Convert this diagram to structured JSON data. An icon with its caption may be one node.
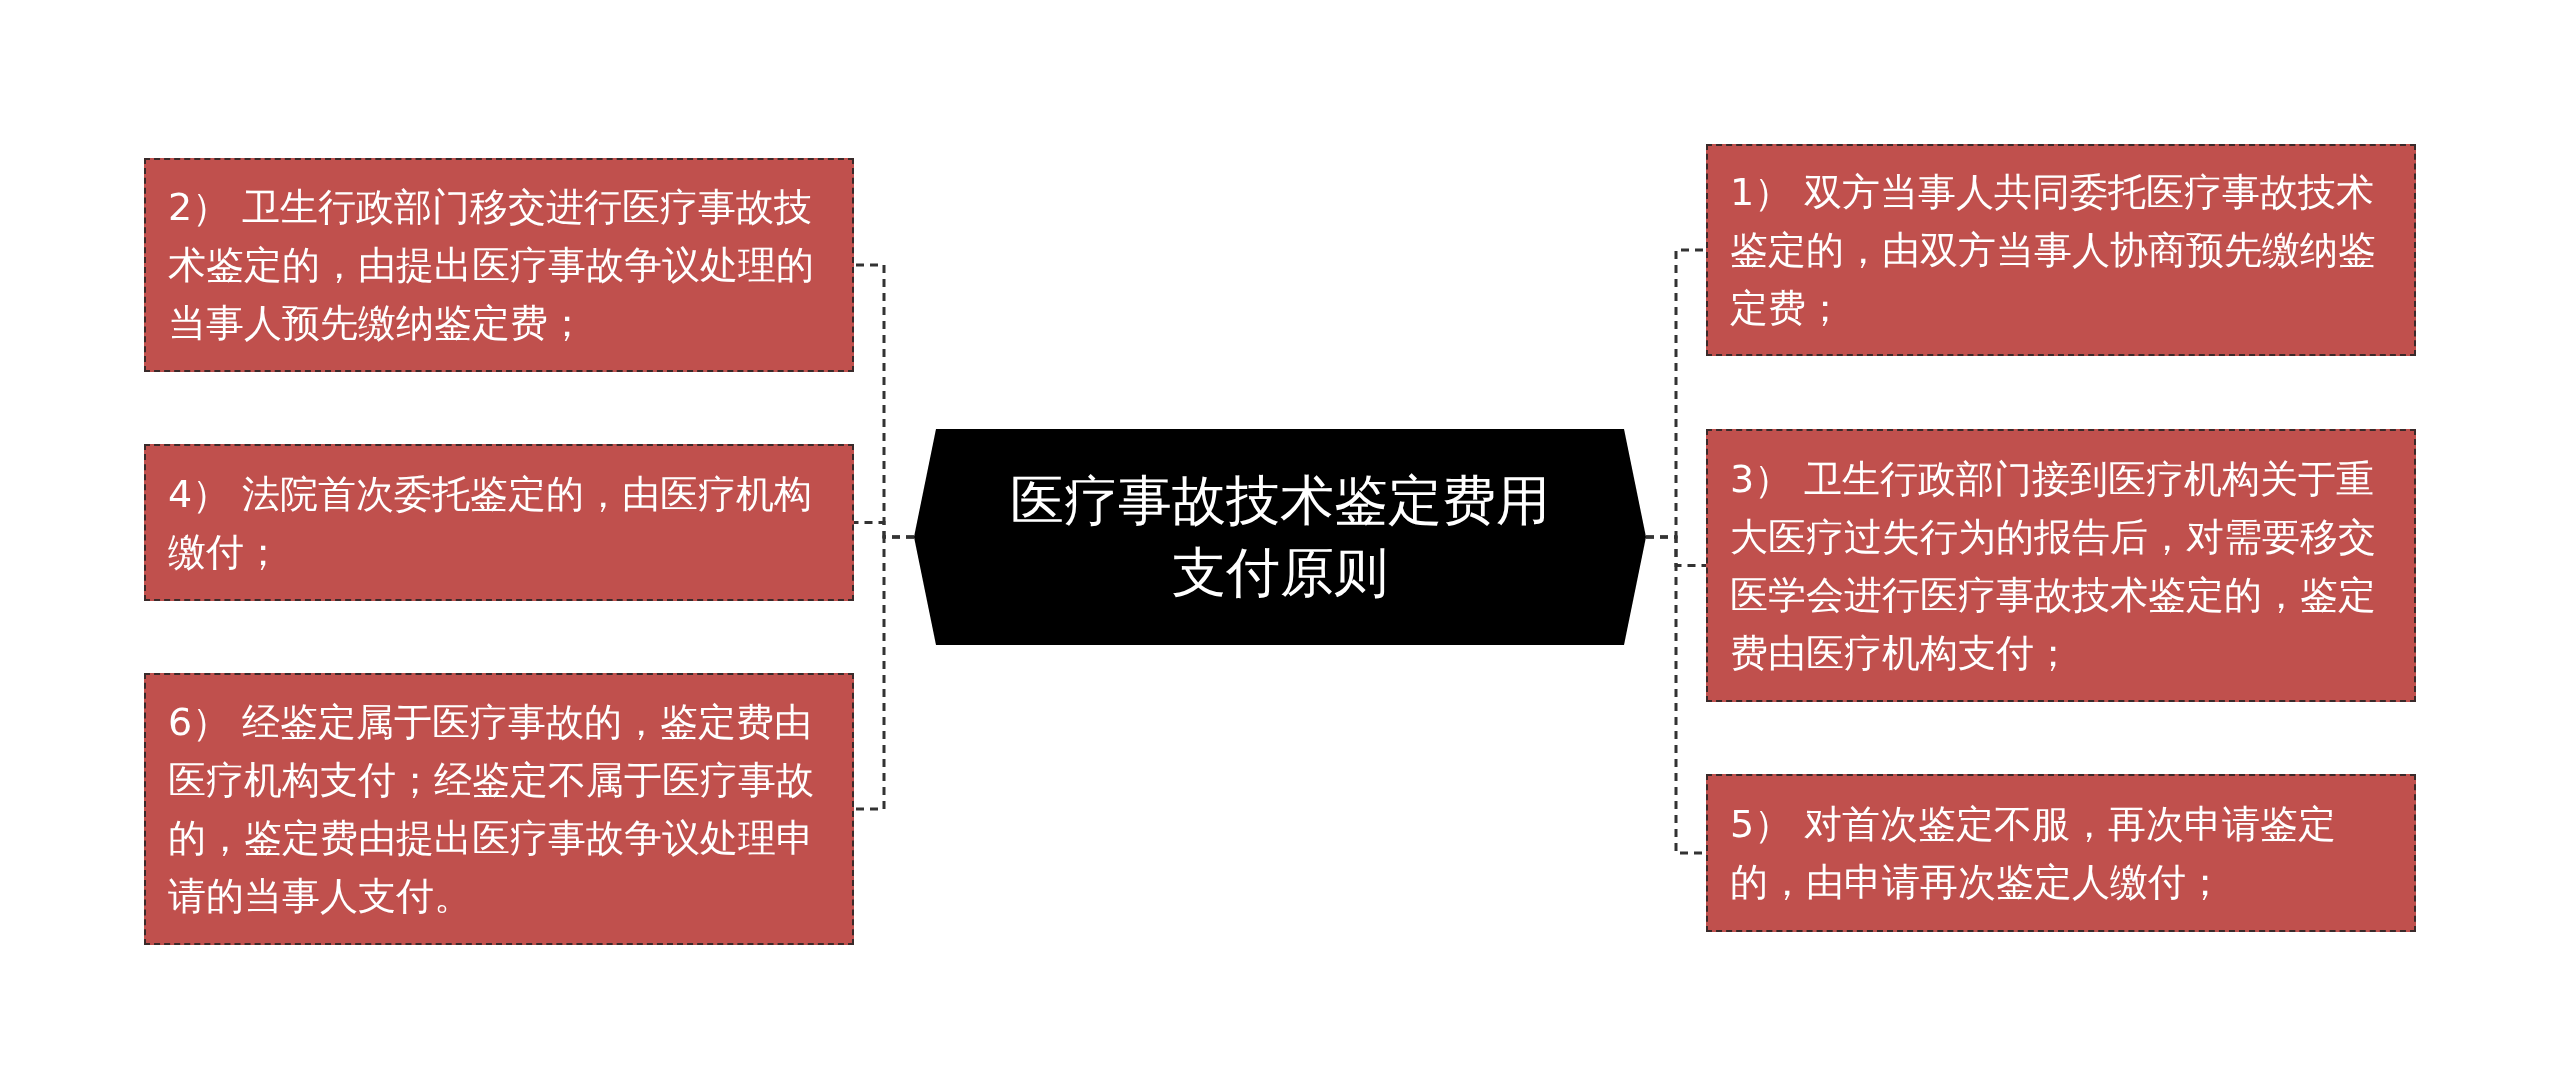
{
  "diagram": {
    "nodes": [
      {
        "text": [
          "医疗事故技术鉴定费用支付原则"
        ]
      },
      {
        "text": [
          "1） 双方当事人共同委托医疗事故技术鉴定的，由双方当事人协商预先缴纳鉴定费；"
        ]
      },
      {
        "text": [
          "2） 卫生行政部门移交进行医疗事故技术鉴定的，由提出医疗事故争议处理的当事人预先缴纳鉴定费；"
        ]
      },
      {
        "text": [
          "3） 卫生行政部门接到医疗机构关于重大医疗过失行为的报告后，对需要移交医学会进行医疗事故技术鉴定的，鉴定费由医疗机构支付；"
        ]
      },
      {
        "text": [
          "4） 法院首次委托鉴定的，由医疗机构缴付；"
        ]
      },
      {
        "text": [
          "5） 对首次鉴定不服，再次申请鉴定的，由申请再次鉴定人缴付；"
        ]
      },
      {
        "text": [
          "6） 经鉴定属于医疗事故的，鉴定费由医疗机构支付；经鉴定不属于医疗事故的，鉴定费由提出医疗事故争议处理申请的当事人支付。"
        ]
      }
    ],
    "edges": [
      {
        "from": 0,
        "to": 1,
        "arrow": "none",
        "style": "dashed"
      },
      {
        "from": 0,
        "to": 2,
        "arrow": "none",
        "style": "dashed"
      },
      {
        "from": 0,
        "to": 3,
        "arrow": "none",
        "style": "dashed"
      },
      {
        "from": 0,
        "to": 4,
        "arrow": "none",
        "style": "dashed"
      },
      {
        "from": 0,
        "to": 5,
        "arrow": "none",
        "style": "dashed"
      },
      {
        "from": 0,
        "to": 6,
        "arrow": "none",
        "style": "dashed"
      }
    ]
  }
}
